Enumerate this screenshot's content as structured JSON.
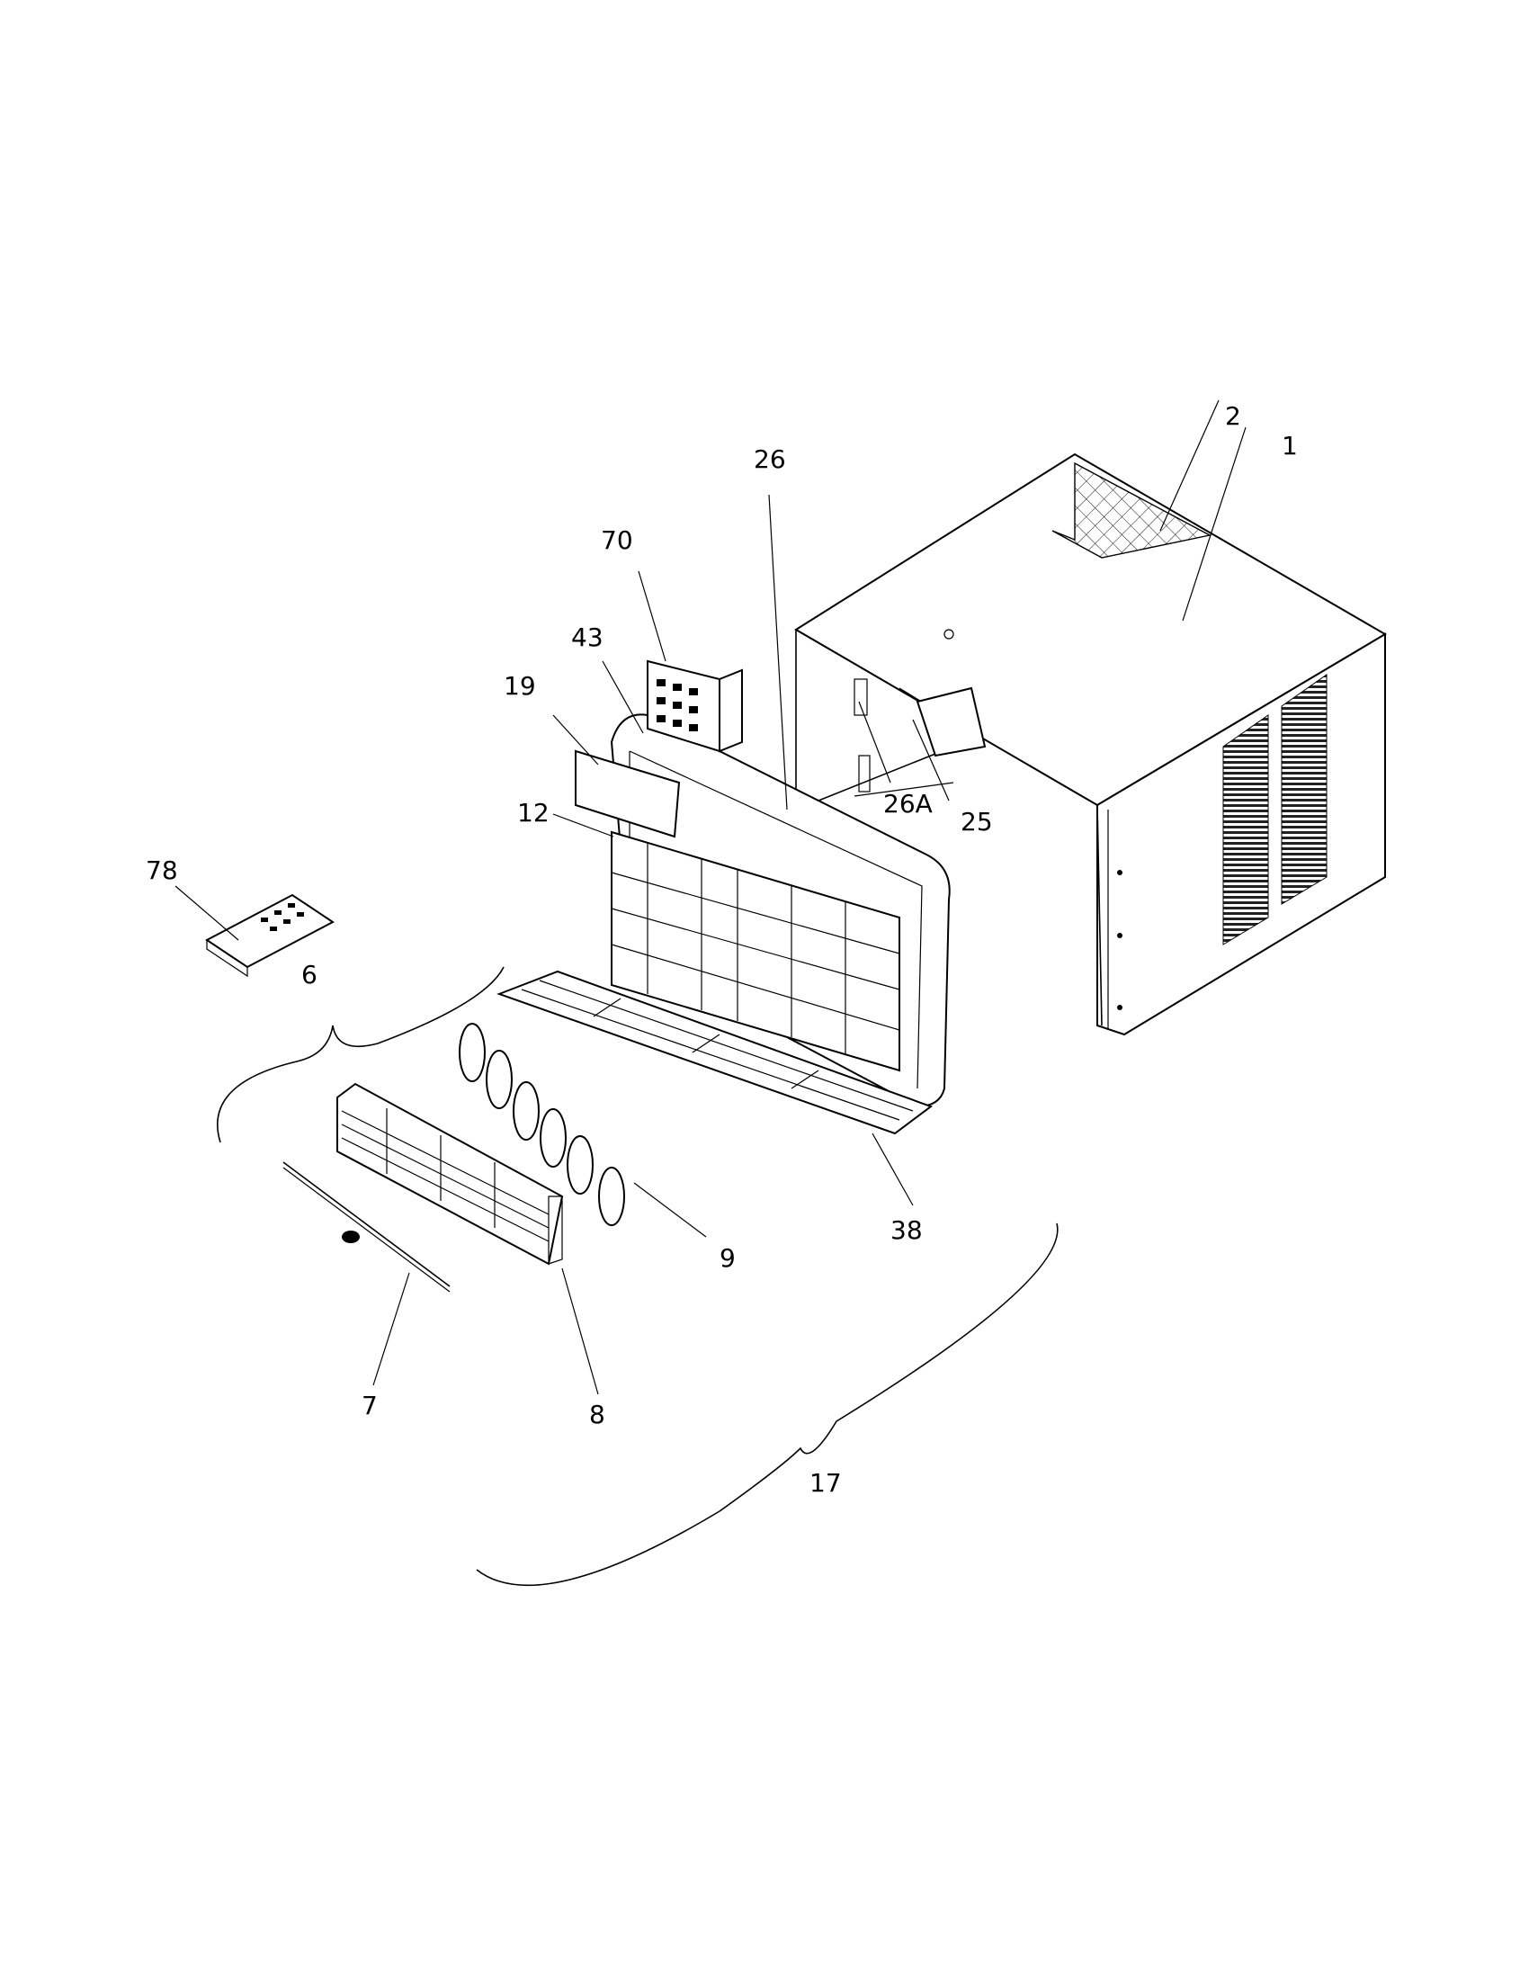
{
  "callouts": {
    "c1": "1",
    "c2": "2",
    "c6": "6",
    "c7": "7",
    "c8": "8",
    "c9": "9",
    "c12": "12",
    "c17": "17",
    "c19": "19",
    "c25": "25",
    "c26": "26",
    "c26a": "26A",
    "c38": "38",
    "c43": "43",
    "c70": "70",
    "c78": "78"
  }
}
